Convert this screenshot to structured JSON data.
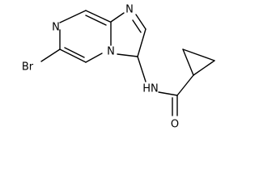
{
  "molecule": {
    "atoms": {
      "n_pyrazine_top": "N",
      "n_imidazole_top": "N",
      "n_bridgehead": "N",
      "bromine": "Br",
      "amide_nh": "HN",
      "carbonyl_o": "O"
    }
  },
  "colors": {
    "ink": "#000000",
    "background": "#ffffff"
  }
}
